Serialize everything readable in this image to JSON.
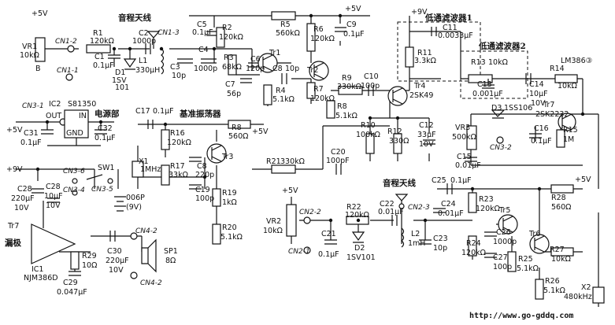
{
  "power": {
    "p5": "+5V",
    "p9": "+9V"
  },
  "titles": {
    "antenna_top": "音程天线",
    "antenna_bottom": "音程天线",
    "ref_osc": "基准振荡器",
    "lpf1": "低通滤波器1",
    "lpf2": "低通滤波器2",
    "psu": "电源部",
    "drain": "漏极"
  },
  "top": {
    "vr1": "VR1",
    "vr1_val": "10kΩ",
    "vr1_b": "B",
    "cn1_2": "CN1-2",
    "cn1_1": "CN1-1",
    "cn1_3": "CN1-3",
    "r1": "R1",
    "r1_val": "120kΩ",
    "c1": "C1",
    "c1_val": "0.1μF",
    "c2": "C2",
    "c2_val": "1000p",
    "d1": "D1",
    "d1_val": "1SV",
    "d1_val2": "101",
    "l1": "L1",
    "l1_val": "330μH",
    "c3": "C3",
    "c3_val": "10p",
    "c4": "C4",
    "c4_val": "1000p",
    "c5": "C5",
    "c5_val": "0.1μF",
    "r2": "R2",
    "r2_val": "120kΩ",
    "r3": "R3",
    "r3_val": "68kΩ",
    "c6": "C6",
    "c6_val": "120p",
    "c7": "C7",
    "c7_val": "56p",
    "tr1": "Tr1",
    "c8": "C8",
    "c8_val": "10p",
    "r4": "R4",
    "r4_val": "5.1kΩ",
    "r5": "R5",
    "r5_val": "560kΩ",
    "r6": "R6",
    "r6_val": "120kΩ",
    "c9": "C9",
    "c9_val": "0.1μF",
    "tr2": "Tr2",
    "r7": "R7",
    "r7_val": "120kΩ",
    "r8": "R8",
    "r8_val": "5.1kΩ",
    "r9": "R9",
    "r9_val": "330kΩ",
    "c10": "C10",
    "c10_val": "100p",
    "tr4": "Tr4",
    "tr4_val": "2SK49",
    "r10": "R10",
    "r10_val": "100kΩ",
    "r12": "R12",
    "r12_val": "330Ω",
    "c12": "C12",
    "c12_val": "33μF",
    "c12_val2": "10V",
    "c11": "C11",
    "c11_val": "0.0033μF",
    "r11": "R11",
    "r11_val": "3.3kΩ",
    "r13": "R13",
    "r13_val": "10kΩ",
    "c13": "C13",
    "c13_val": "0.001μF",
    "c14": "C14",
    "c14_val": "10μF",
    "c14_val2": "10V",
    "r14": "R14",
    "r14_val": "10kΩ",
    "lm386": "LM386③",
    "d3": "D3",
    "d3_val": "1SS106",
    "tr7": "Tr7",
    "tr7_val": "2SK2232",
    "vr3": "VR3",
    "vr3_val": "500kΩ",
    "cn3_2": "CN3-2",
    "c16": "C16",
    "c16_val": "0.1μF",
    "r15": "R15",
    "r15_val": "1M",
    "c15": "C15",
    "c15_val": "0.01μF"
  },
  "psu": {
    "cn3_1": "CN3-1",
    "ic2": "IC2",
    "ic2_val": "S81350",
    "out": "OUT",
    "in": "IN",
    "gnd": "GND",
    "c31": "C31",
    "c31_val": "0.1μF",
    "c32": "C32",
    "c32_val": "0.1μF"
  },
  "ref": {
    "c17": "C17",
    "c17_val": "0.1μF",
    "r16": "R16",
    "r16_val": "120kΩ",
    "r8b": "R8",
    "r8b_val": "560Ω",
    "x1": "X1",
    "x1_val": "1MHz",
    "r17": "R17",
    "r17_val": "33kΩ",
    "c18": "C8",
    "c18_val": "220p",
    "c19": "C19",
    "c19_val": "100p",
    "tr3": "Tr3",
    "r19": "R19",
    "r19_val": "1kΩ",
    "r20": "R20",
    "r20_val": "5.1kΩ",
    "r21": "R21",
    "r21_val": "330kΩ",
    "c20": "C20",
    "c20_val": "100pF"
  },
  "amp": {
    "cn3_6": "CN3-6",
    "sw1": "SW1",
    "cn3_5": "CN3-5",
    "cn3_4": "CN3-4",
    "c28": "C28",
    "c28_val": "220μF",
    "c28_val2": "10V",
    "c28b": "C28",
    "c28b_val": "10μF",
    "c28b_val2": "10V",
    "bat": "006P",
    "bat_val": "(9V)",
    "tr7": "Tr7",
    "ic1": "IC1",
    "ic1_val": "NJM386D",
    "r29": "R29",
    "r29_val": "10Ω",
    "c29": "C29",
    "c29_val": "0.047μF",
    "c30": "C30",
    "c30_val": "220μF",
    "c30_val2": "10V",
    "cn4_2": "CN4-2",
    "cn4_2b": "CN4-2",
    "sp1": "SP1",
    "sp1_val": "8Ω"
  },
  "bottom": {
    "vr2": "VR2",
    "vr2_val": "10kΩ",
    "cn2_2": "CN2-2",
    "cn2_1": "CN2-1",
    "cn2_3": "CN2-3",
    "r22": "R22",
    "r22_val": "120kΩ",
    "c21": "C21",
    "c21_val": "0.1μF",
    "c22": "C22",
    "c22_val": "0.01μF",
    "d2": "D2",
    "d2_val": "1SV101",
    "l2": "L2",
    "l2_val": "1mH",
    "c23": "C23",
    "c23_val": "10p",
    "c24": "C24",
    "c24_val": "0.01μF",
    "c25": "C25",
    "c25_val": "0.1μF",
    "r23": "R23",
    "r23_val": "120kΩ",
    "r24": "R24",
    "r24_val": "120kΩ",
    "c26": "C26",
    "c26_val": "1000p",
    "c27": "C27",
    "c27_val": "100p",
    "tr5": "Tr5",
    "tr6": "Tr6",
    "r25": "R25",
    "r25_val": "5.1kΩ",
    "r26": "R26",
    "r26_val": "5.1kΩ",
    "r27": "R27",
    "r27_val": "10kΩ",
    "r28": "R28",
    "r28_val": "560Ω",
    "x2": "X2",
    "x2_val": "480kHz"
  },
  "footer": {
    "url": "http://www.go-gddq.com"
  }
}
